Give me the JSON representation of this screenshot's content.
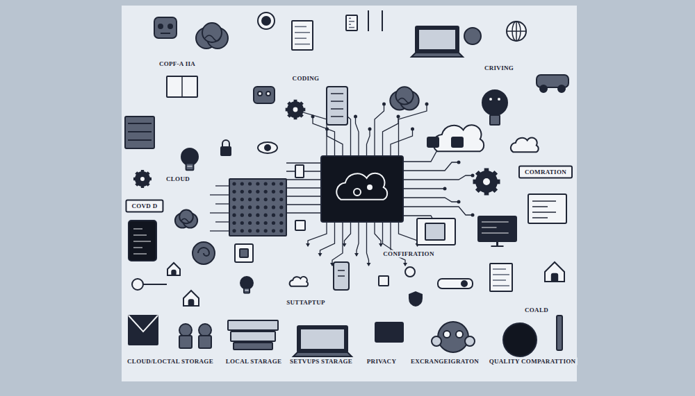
{
  "diagram": {
    "nodes": [
      {
        "text": [
          "COMRATION"
        ]
      },
      {
        "text": [
          "COVD D"
        ]
      }
    ],
    "labels": [
      "COPF-A IIA",
      "CODING",
      "CRIVING",
      "CLOUD",
      "CONFIFRATION",
      "SUTTAPTUP",
      "COALD",
      "CLOUD/LOCTAL STORAGE",
      "LOCAL STARAGE",
      "SETVUPS STARAGE",
      "PRIVACY",
      "EXCRANGEIGRATON",
      "QUALITY COMPARATTION"
    ]
  }
}
